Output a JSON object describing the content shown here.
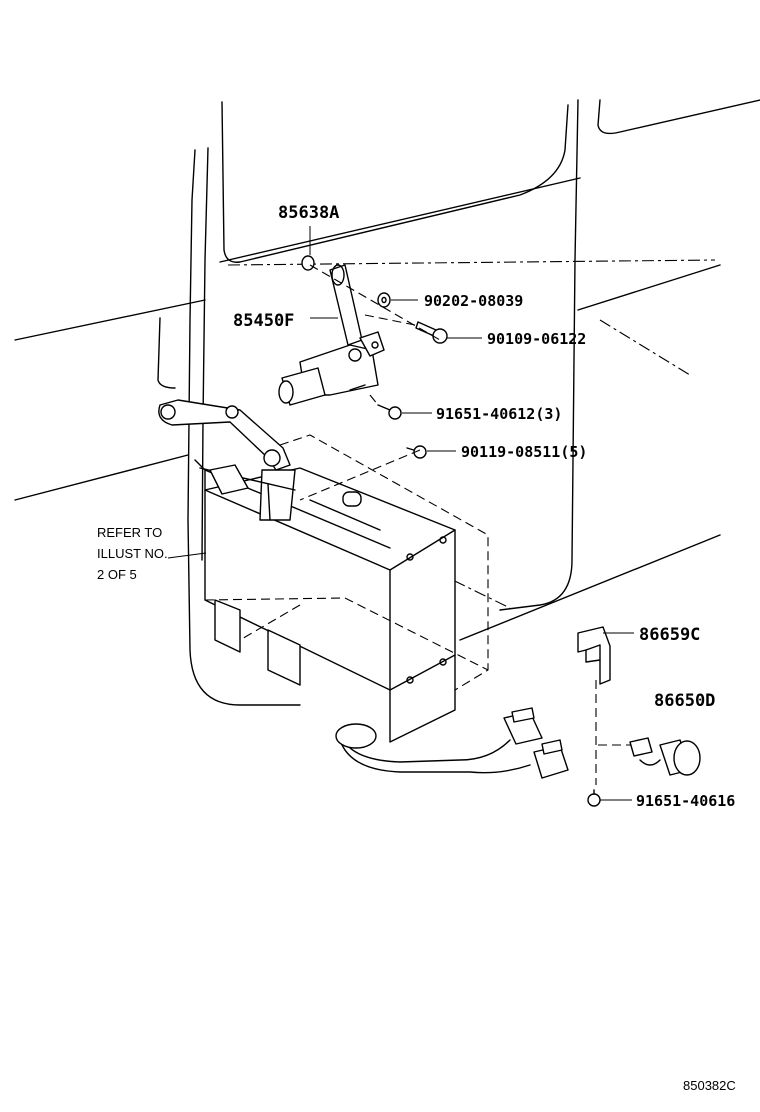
{
  "parts": {
    "p85638A": {
      "number": "85638A"
    },
    "p85450F": {
      "number": "85450F"
    },
    "p90202": {
      "number": "90202-08039"
    },
    "p90109": {
      "number": "90109-06122"
    },
    "p91651_40612": {
      "number": "91651-40612(3)"
    },
    "p90119": {
      "number": "90119-08511(5)"
    },
    "p86659C": {
      "number": "86659C"
    },
    "p86650D": {
      "number": "86650D"
    },
    "p91651_40616": {
      "number": "91651-40616"
    }
  },
  "reference": {
    "line1": "REFER TO",
    "line2": "ILLUST NO.",
    "line3": "2 OF 5"
  },
  "illustration_code": "850382C"
}
